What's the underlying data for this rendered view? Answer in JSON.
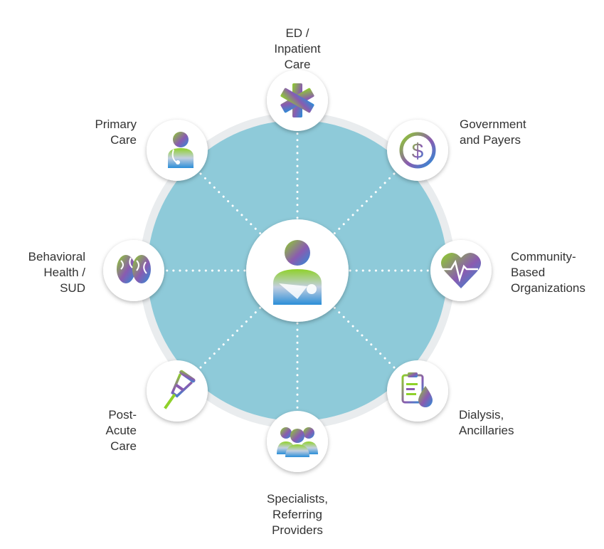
{
  "diagram": {
    "colors": {
      "circle_fill": "#8ecad9",
      "ring": "#e9ecee",
      "connector": "#ffffff",
      "icon_green": "#8fd12a",
      "icon_purple": "#8a5bb0",
      "icon_blue": "#2b8ed8",
      "label_text": "#333333"
    },
    "center": {
      "label": "",
      "icon": "patient-icon"
    },
    "nodes": [
      {
        "key": "ed",
        "label": "ED /\nInpatient\nCare",
        "icon": "star-of-life-icon"
      },
      {
        "key": "gov",
        "label": "Government\nand Payers",
        "icon": "dollar-icon"
      },
      {
        "key": "cbo",
        "label": "Community-\nBased\nOrganizations",
        "icon": "heart-pulse-icon"
      },
      {
        "key": "dialysis",
        "label": "Dialysis,\nAncillaries",
        "icon": "clipboard-drop-icon"
      },
      {
        "key": "specialists",
        "label": "Specialists,\nReferring\nProviders",
        "icon": "group-icon"
      },
      {
        "key": "postacute",
        "label": "Post-\nAcute\nCare",
        "icon": "crutch-icon"
      },
      {
        "key": "behavioral",
        "label": "Behavioral\nHealth /\nSUD",
        "icon": "brain-icon"
      },
      {
        "key": "primary",
        "label": "Primary\nCare",
        "icon": "doctor-icon"
      }
    ]
  }
}
